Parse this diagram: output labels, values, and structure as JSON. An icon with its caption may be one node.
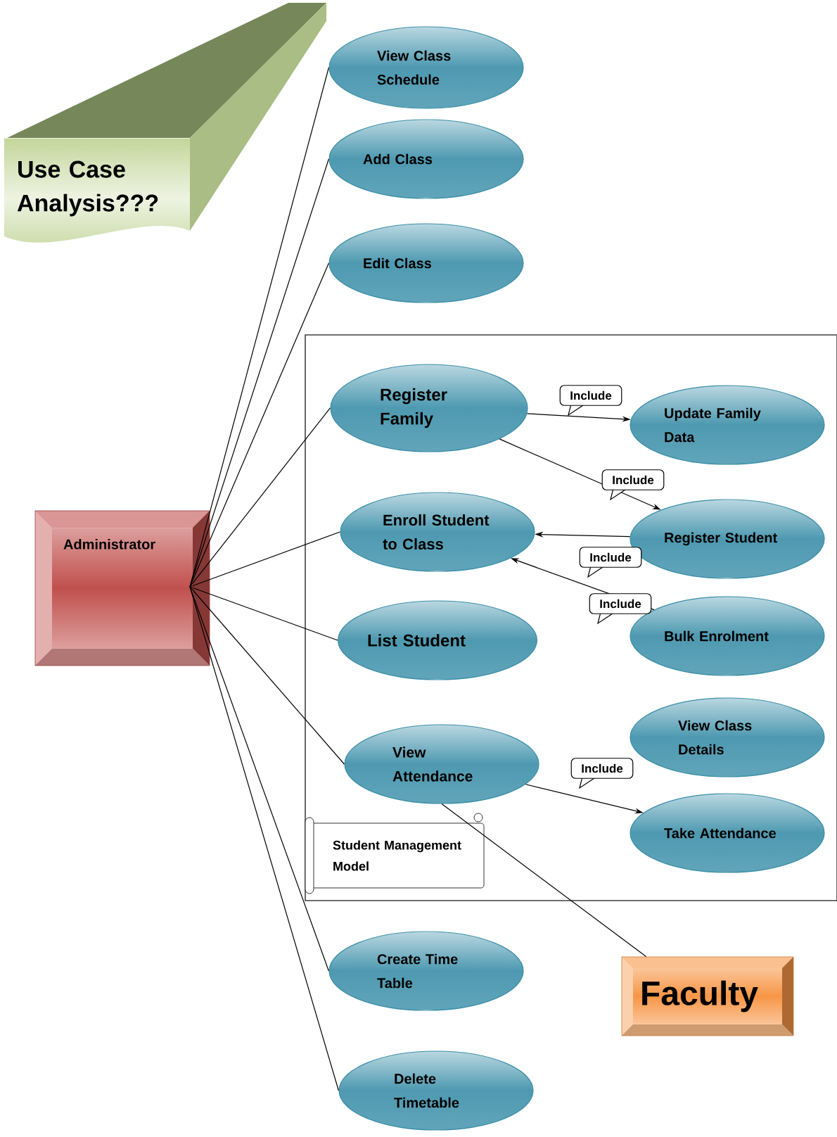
{
  "diagram": {
    "nodes": [
      {
        "text": [
          "Use Case Analysis???"
        ]
      },
      {
        "text": [
          "Administrator"
        ]
      },
      {
        "text": [
          "View Class Schedule"
        ]
      },
      {
        "text": [
          "Add Class"
        ]
      },
      {
        "text": [
          "Edit Class"
        ]
      },
      {
        "text": [],
        "shape": "box"
      },
      {
        "text": [
          "Register Family"
        ],
        "in": 5
      },
      {
        "text": [
          "Update Family Data"
        ],
        "in": 5
      },
      {
        "text": [
          "Enroll Student to Class"
        ],
        "in": 5
      },
      {
        "text": [
          "Register Student"
        ],
        "in": 5
      },
      {
        "text": [
          "List Student"
        ],
        "in": 5
      },
      {
        "text": [
          "Bulk Enrolment"
        ],
        "in": 5
      },
      {
        "text": [
          "View Attendance"
        ],
        "in": 5
      },
      {
        "text": [
          "View Class Details"
        ],
        "in": 5
      },
      {
        "text": [
          "Take Attendance"
        ],
        "in": 5
      },
      {
        "text": [
          "Student Management Model"
        ],
        "in": 5
      },
      {
        "text": [
          "Create Time Table"
        ]
      },
      {
        "text": [
          "Delete Timetable"
        ]
      },
      {
        "text": [
          "Faculty"
        ]
      }
    ],
    "edges": [
      {
        "from": 1,
        "to": 2,
        "arrow": "none"
      },
      {
        "from": 1,
        "to": 3,
        "arrow": "none"
      },
      {
        "from": 1,
        "to": 4,
        "arrow": "none"
      },
      {
        "from": 1,
        "to": 6,
        "arrow": "none"
      },
      {
        "from": 1,
        "to": 8,
        "arrow": "none"
      },
      {
        "from": 1,
        "to": 10,
        "arrow": "none"
      },
      {
        "from": 1,
        "to": 12,
        "arrow": "none"
      },
      {
        "from": 1,
        "to": 16,
        "arrow": "none"
      },
      {
        "from": 1,
        "to": 17,
        "arrow": "none"
      },
      {
        "from": 6,
        "to": 7,
        "arrow": "to",
        "label": "Include"
      },
      {
        "from": 6,
        "to": 9,
        "arrow": "to",
        "label": "Include"
      },
      {
        "from": 9,
        "to": 8,
        "arrow": "to",
        "label": "Include"
      },
      {
        "from": 11,
        "to": 8,
        "arrow": "to",
        "label": "Include"
      },
      {
        "from": 12,
        "to": 14,
        "arrow": "to",
        "label": "Include"
      },
      {
        "from": 18,
        "to": 12,
        "arrow": "none"
      }
    ]
  }
}
